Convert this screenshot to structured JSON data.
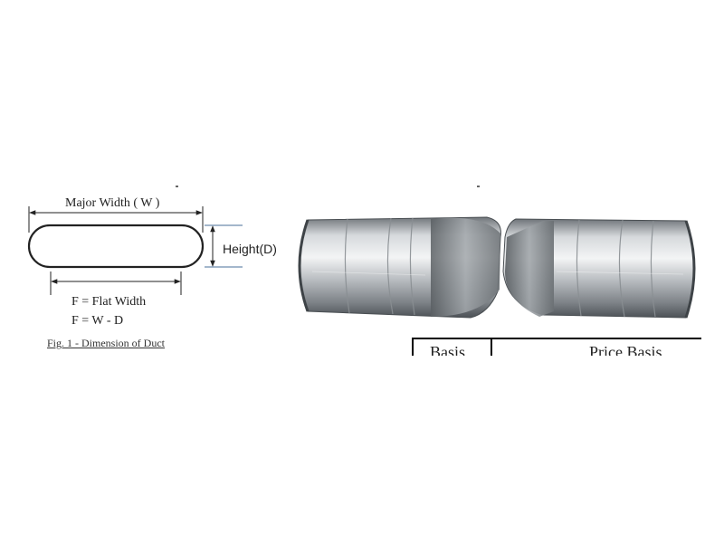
{
  "figure": {
    "major_width_label": "Major Width ( W )",
    "height_label": "Height(D)",
    "flat_width_label": "F =  Flat Width",
    "formula_label": "F =  W - D",
    "caption": "Fig. 1 - Dimension of Duct"
  },
  "table_fragment": {
    "col1_header": "Basis",
    "col2_header": "Price Basis"
  }
}
